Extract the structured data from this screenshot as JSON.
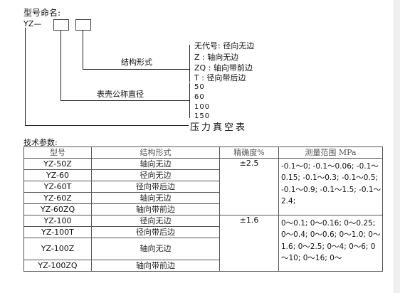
{
  "header": {
    "model_naming_label": "型号命名:",
    "model_prefix": "YZ—"
  },
  "structure_label": "结构形式",
  "structure_options": [
    {
      "code": "无代号",
      "text": "无代号: 径向无边"
    },
    {
      "code": "Z",
      "text": "Z : 轴向无边"
    },
    {
      "code": "ZQ",
      "text": "ZQ : 轴向带前边"
    },
    {
      "code": "T",
      "text": "T : 径向带后边"
    }
  ],
  "diameter_label": "表壳公称直径",
  "diameters": [
    "50",
    "60",
    "100",
    "150"
  ],
  "product_name": "压力真空表",
  "tech_params_label": "技术参数:",
  "table": {
    "headers": [
      "型号",
      "结构形式",
      "精确度%",
      "测量范围 MPa"
    ],
    "rows": [
      {
        "model": "YZ-50Z",
        "structure": "轴向无边"
      },
      {
        "model": "YZ-60",
        "structure": "径向无边"
      },
      {
        "model": "YZ-60T",
        "structure": "径向带后边"
      },
      {
        "model": "YZ-60Z",
        "structure": "轴向无边"
      },
      {
        "model": "YZ-60ZQ",
        "structure": "轴向带前边"
      },
      {
        "model": "YZ-100",
        "structure": "径向无边"
      },
      {
        "model": "YZ-100T",
        "structure": "径向带后边"
      },
      {
        "model": "YZ-100Z",
        "structure": "轴向无边"
      },
      {
        "model": "YZ-100ZQ",
        "structure": "轴向带前边"
      }
    ],
    "precision_groups": [
      "±2.5",
      "±1.6"
    ],
    "range_groups": [
      "-0.1～0; -0.1～0.06; -0.1～0.15; -0.1～0.3; -0.1～0.5; -0.1～0.9; -0.1～1.5; -0.1～2.4;",
      "0～0.1; 0～0.16; 0～0.25; 0～0.4; 0～0.6; 0～1.0; 0～1.6; 0～2.5; 0～4; 0～6; 0～10; 0～16; 0～"
    ]
  }
}
